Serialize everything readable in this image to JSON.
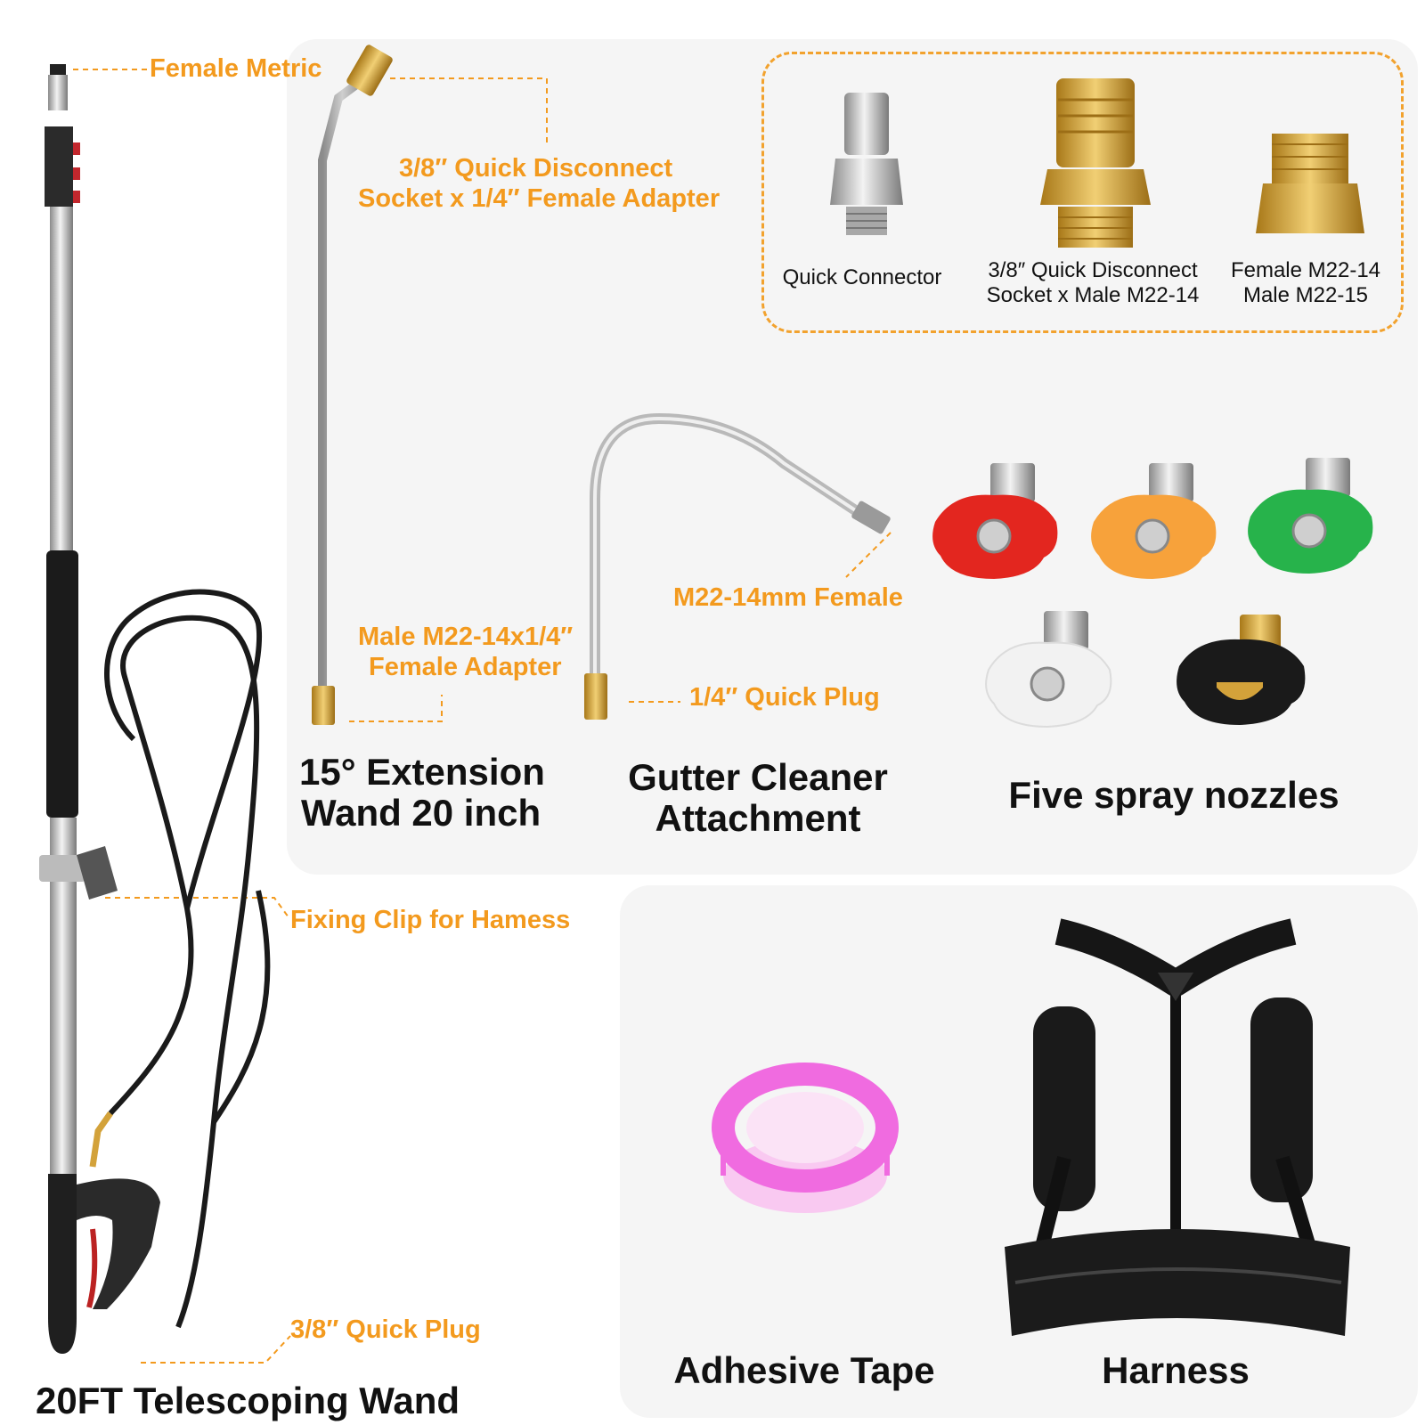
{
  "callouts": {
    "female_metric": "Female Metric",
    "qd_socket_adapter_line1": "3/8″ Quick Disconnect",
    "qd_socket_adapter_line2": "Socket x 1/4″ Female Adapter",
    "male_adapter_line1": "Male M22-14x1/4″",
    "male_adapter_line2": "Female Adapter",
    "m22_female": "M22-14mm Female",
    "quarter_plug": "1/4″ Quick Plug",
    "fixing_clip": "Fixing Clip for Hamess",
    "three_eighths_plug": "3/8″ Quick Plug"
  },
  "adapters": {
    "quick_connector": "Quick Connector",
    "qd_male_line1": "3/8″ Quick Disconnect",
    "qd_male_line2": "Socket x Male M22-14",
    "female_male_line1": "Female M22-14",
    "female_male_line2": "Male M22-15"
  },
  "captions": {
    "extension_line1": "15° Extension",
    "extension_line2": "Wand 20 inch",
    "gutter_line1": "Gutter Cleaner",
    "gutter_line2": "Attachment",
    "nozzles": "Five spray nozzles",
    "telescoping": "20FT Telescoping Wand",
    "tape": "Adhesive Tape",
    "harness": "Harness"
  },
  "colors": {
    "accent": "#f39a1e",
    "panel": "#f5f5f5",
    "nozzle_red": "#e3261f",
    "nozzle_orange": "#f7a23b",
    "nozzle_green": "#27b34b",
    "nozzle_white": "#f2f2f2",
    "nozzle_black": "#1a1a1a",
    "tape_pink": "#f06be0",
    "brass": "#d3a23a"
  }
}
